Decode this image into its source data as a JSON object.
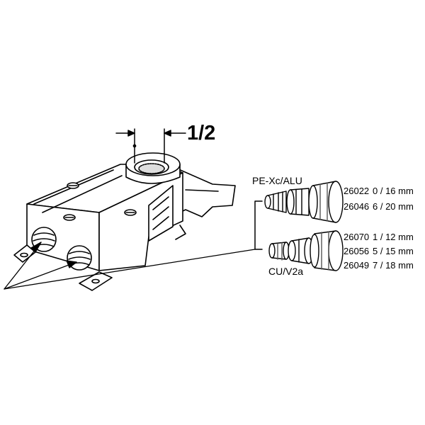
{
  "dimension_label": "1/2",
  "groups": [
    {
      "label": "PE-Xc/ALU",
      "items": [
        {
          "code": "26022",
          "size": "0 / 16 mm"
        },
        {
          "code": "26046",
          "size": "6 / 20 mm"
        }
      ]
    },
    {
      "label": "CU/V2a",
      "items": [
        {
          "code": "26070",
          "size": "1 / 12 mm"
        },
        {
          "code": "26056",
          "size": "5 / 15 mm"
        },
        {
          "code": "26049",
          "size": "7 / 18 mm"
        }
      ]
    }
  ]
}
